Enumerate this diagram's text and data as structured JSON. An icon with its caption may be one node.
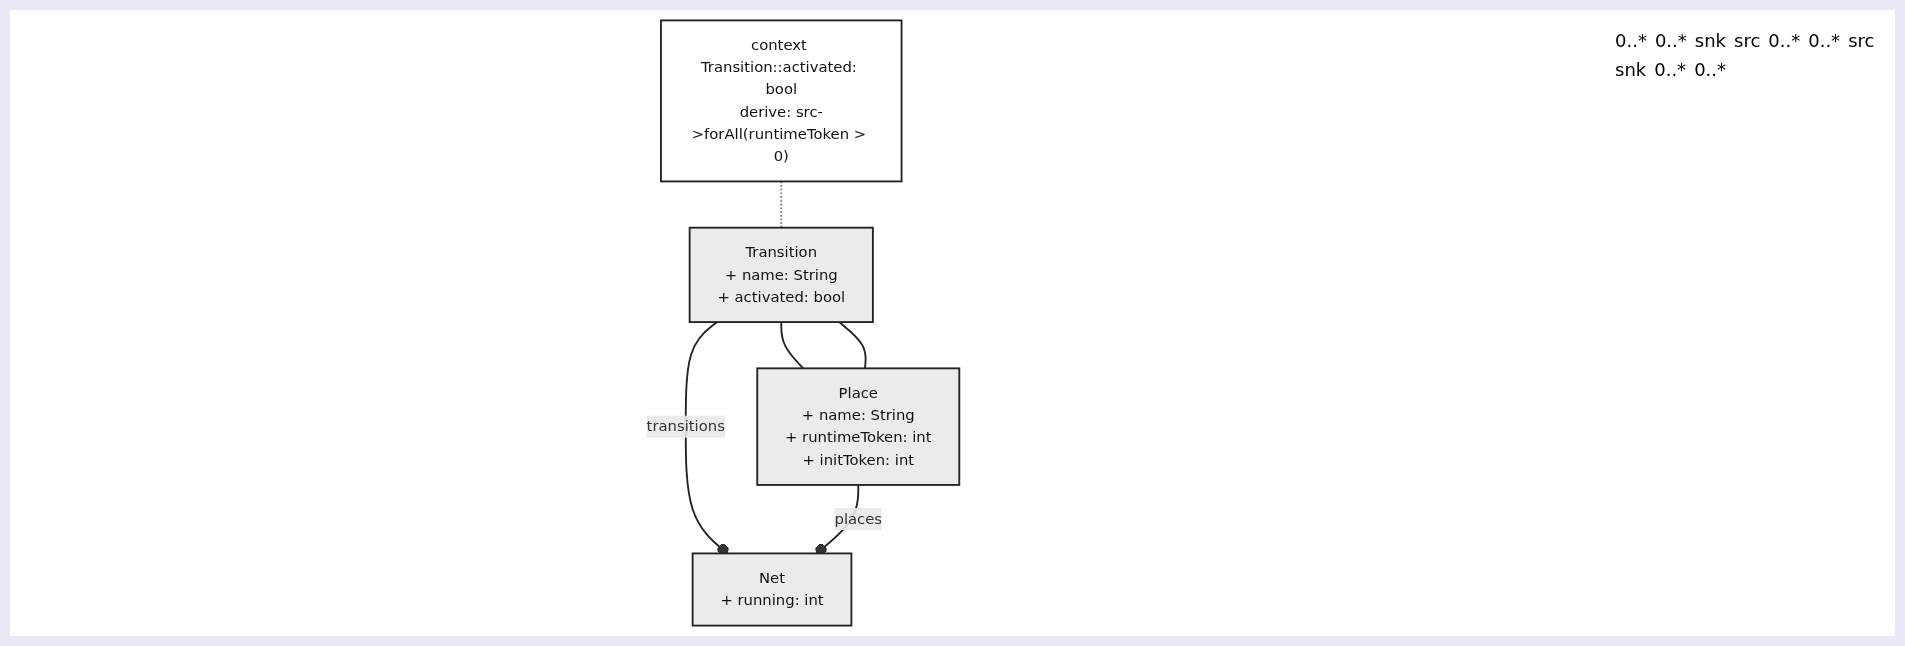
{
  "diagram": {
    "nodes": [
      {
        "text": [
          "context Transition::activated: bool",
          "derive: src->forAll(runtimeToken > 0)"
        ]
      },
      {
        "text": [
          "Net",
          "+ running: int"
        ]
      },
      {
        "text": [
          "Transition",
          "+ name: String",
          "+ activated: bool"
        ]
      },
      {
        "text": [
          "Place",
          "+ name: String",
          "+ runtimeToken: int",
          "+ initToken: int"
        ]
      }
    ],
    "edges": [
      {
        "from": 2,
        "to": 1,
        "arrow": "other",
        "label": "transitions"
      },
      {
        "from": 3,
        "to": 1,
        "arrow": "other",
        "label": "places"
      },
      {
        "from": 2,
        "to": 3,
        "arrow": "none"
      },
      {
        "from": 2,
        "to": 3,
        "arrow": "none"
      },
      {
        "from": 0,
        "to": 2,
        "arrow": "none",
        "style": "dashed",
        "color": "#808080"
      }
    ],
    "labels": [
      "0..*",
      "0..*",
      "snk",
      "src",
      "0..*",
      "0..*",
      "src",
      "snk",
      "0..*",
      "0..*"
    ]
  }
}
